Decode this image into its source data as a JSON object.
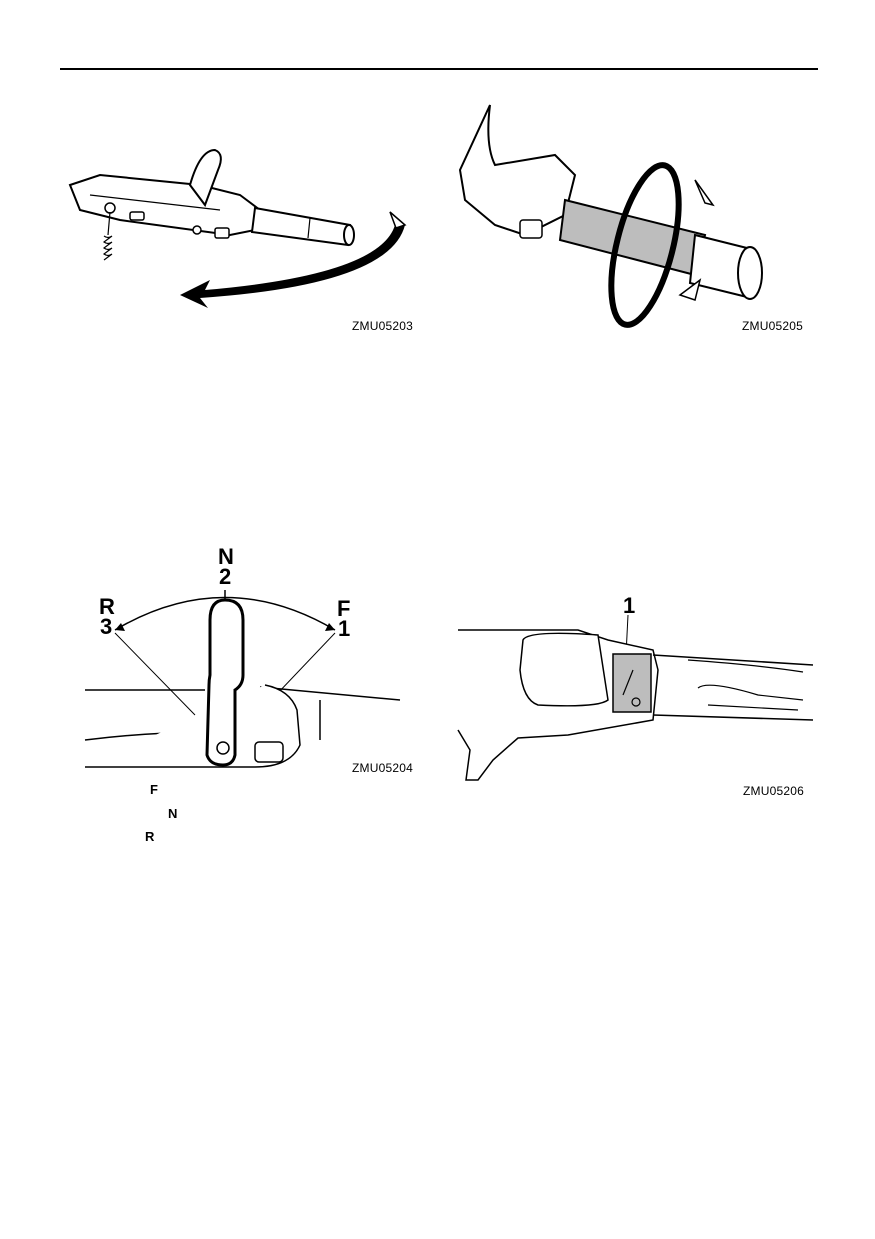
{
  "figures": {
    "fig1": {
      "code": "ZMU05203"
    },
    "fig2": {
      "code": "ZMU05205"
    },
    "fig3": {
      "code": "ZMU05204",
      "label_n_letter": "N",
      "label_n_num": "2",
      "label_r_letter": "R",
      "label_r_num": "3",
      "label_f_letter": "F",
      "label_f_num": "1"
    },
    "fig4": {
      "code": "ZMU05206",
      "callout": "1"
    }
  },
  "legend": [
    "F",
    "N",
    "R"
  ]
}
